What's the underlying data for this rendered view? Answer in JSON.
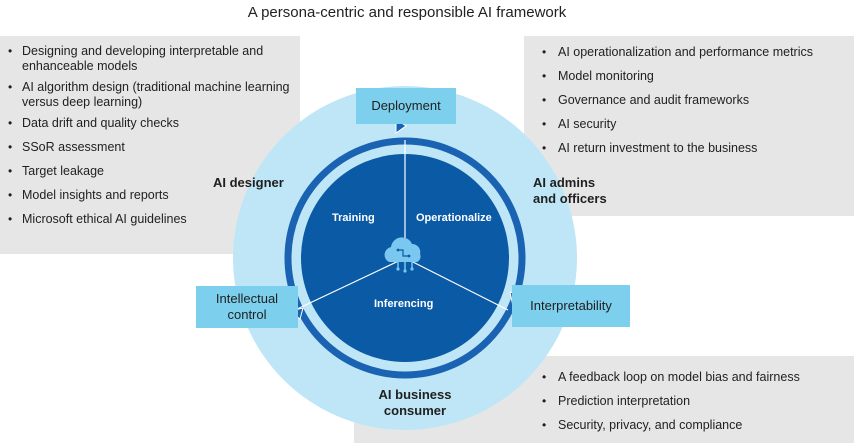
{
  "title": "A persona-centric and responsible AI framework",
  "roles": {
    "designer": "AI designer",
    "admins_line1": "AI admins",
    "admins_line2": "and officers",
    "consumer_line1": "AI business",
    "consumer_line2": "consumer"
  },
  "stages": {
    "deployment": "Deployment",
    "intellectual_line1": "Intellectual",
    "intellectual_line2": "control",
    "interpretability": "Interpretability"
  },
  "sectors": {
    "training": "Training",
    "operationalize": "Operationalize",
    "inferencing": "Inferencing"
  },
  "designer_items": [
    "Designing and developing interpretable and enhanceable models",
    "AI algorithm design (traditional machine learning versus deep learning)",
    "Data drift and quality checks",
    "SSoR assessment",
    "Target leakage",
    "Model insights and reports",
    "Microsoft ethical AI guidelines"
  ],
  "admin_items": [
    "AI operationalization and performance metrics",
    "Model monitoring",
    "Governance and audit frameworks",
    "AI security",
    "AI return investment to the business"
  ],
  "consumer_items": [
    "A feedback loop on model bias and fairness",
    "Prediction interpretation",
    "Security, privacy, and compliance"
  ],
  "colors": {
    "outer_ring": "#bfe6f7",
    "inner_disk": "#0b5aa6",
    "arrow_ring": "#1a63b3",
    "stage_box": "#7dcfee",
    "panel": "#e6e6e6",
    "cloud_icon": "#7ac7f0"
  },
  "icons": {
    "center": "cloud-circuit-icon"
  }
}
